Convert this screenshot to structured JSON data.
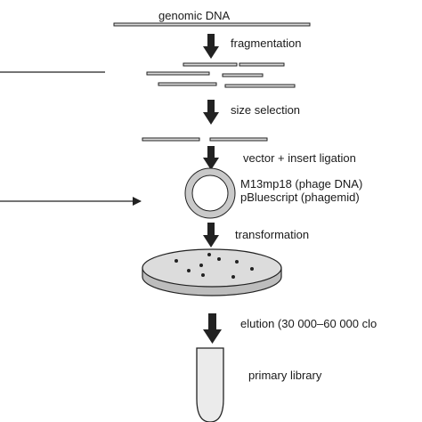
{
  "steps": {
    "genomic_dna": "genomic DNA",
    "fragmentation": "fragmentation",
    "size_selection": "size selection",
    "ligation": "vector + insert ligation",
    "vector_1": "M13mp18 (phage DNA)",
    "vector_2": "pBluescript (phagemid)",
    "transformation": "transformation",
    "elution": "elution (30 000–60 000 clo",
    "primary_library": "primary library"
  },
  "colors": {
    "line": "#222222",
    "fragment_fill": "#d9d9d9",
    "plasmid_fill": "#c9c9c9",
    "dish_fill": "#dcdcdc",
    "tube_fill": "#ebebeb"
  }
}
